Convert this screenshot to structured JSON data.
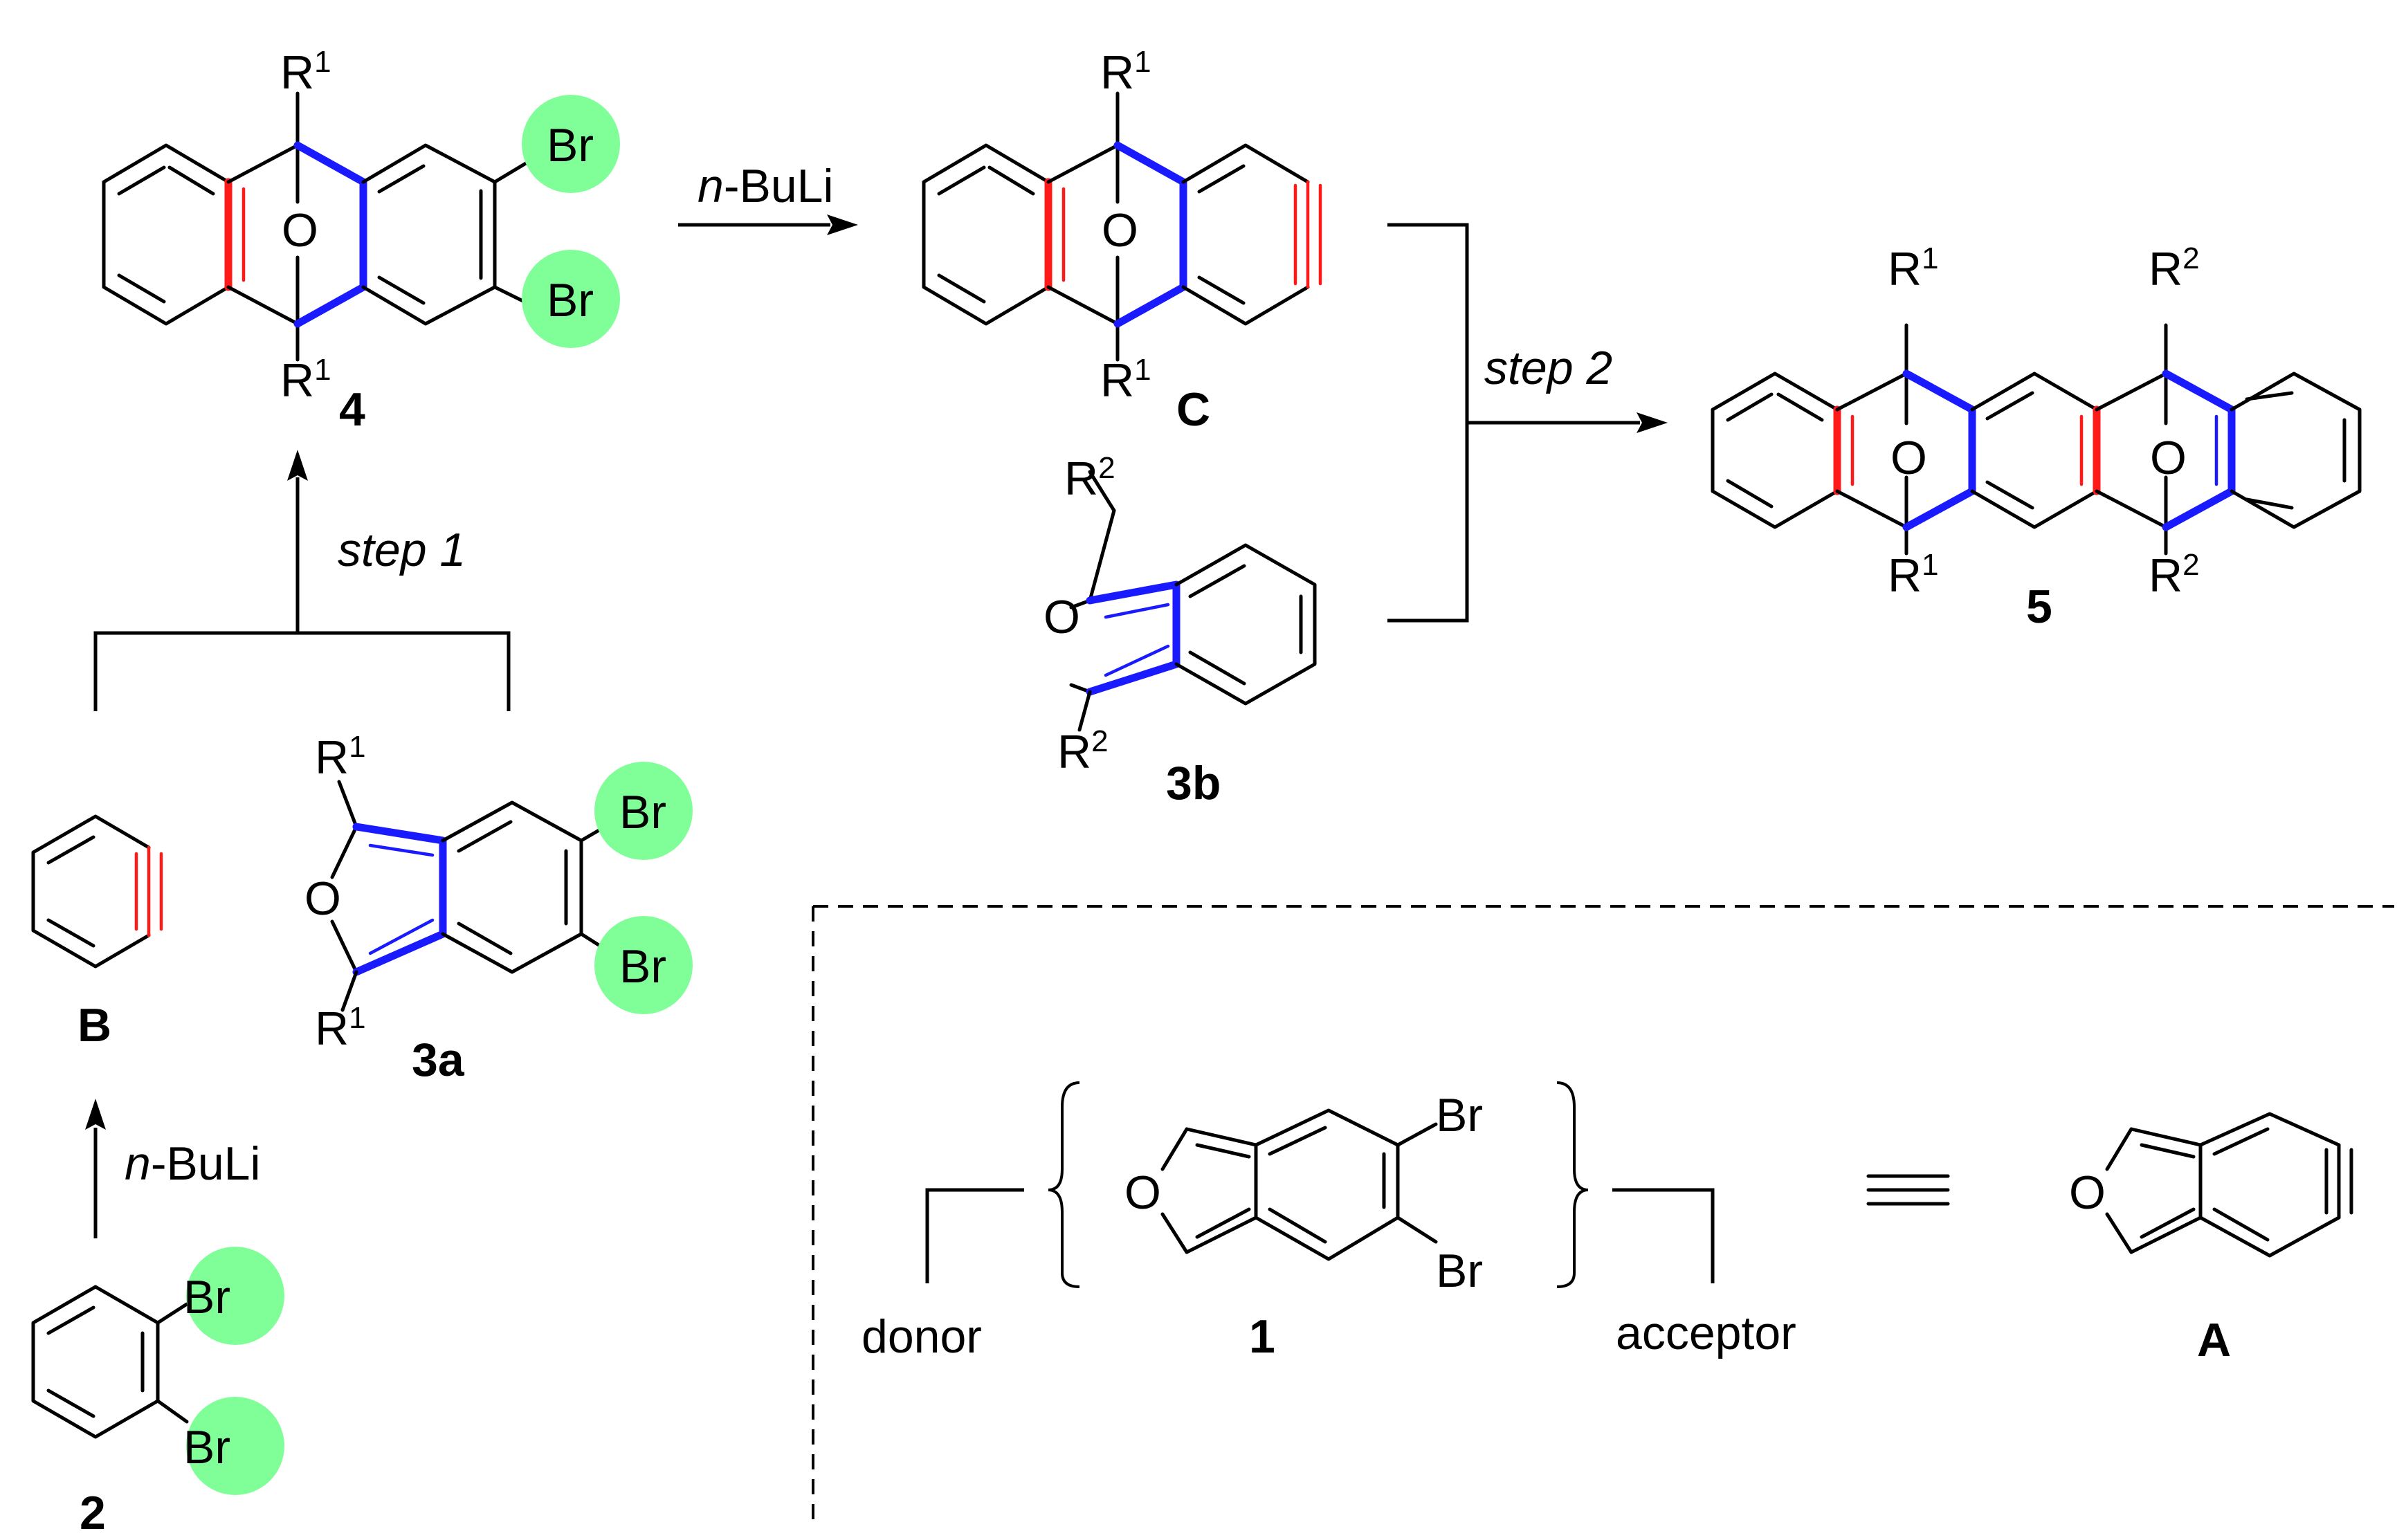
{
  "labels": {
    "compound_4": "4",
    "compound_C": "C",
    "compound_5": "5",
    "compound_3b": "3b",
    "compound_3a": "3a",
    "compound_B": "B",
    "compound_2": "2",
    "compound_1": "1",
    "compound_A": "A"
  },
  "atoms": {
    "bromine": "Br",
    "oxygen": "O",
    "substituent_R": "R",
    "superscript_1": "1",
    "superscript_2": "2"
  },
  "reagents": {
    "nbuli_prefix": "n",
    "nbuli_rest": "-BuLi"
  },
  "steps": {
    "step1": "step 1",
    "step2": "step 2"
  },
  "legend": {
    "donor": "donor",
    "acceptor": "acceptor"
  },
  "colors": {
    "bond_new_blue": "#1a1aff",
    "bond_aryne_red": "#ff1a1a",
    "bromine_highlight": "#80ff99"
  }
}
